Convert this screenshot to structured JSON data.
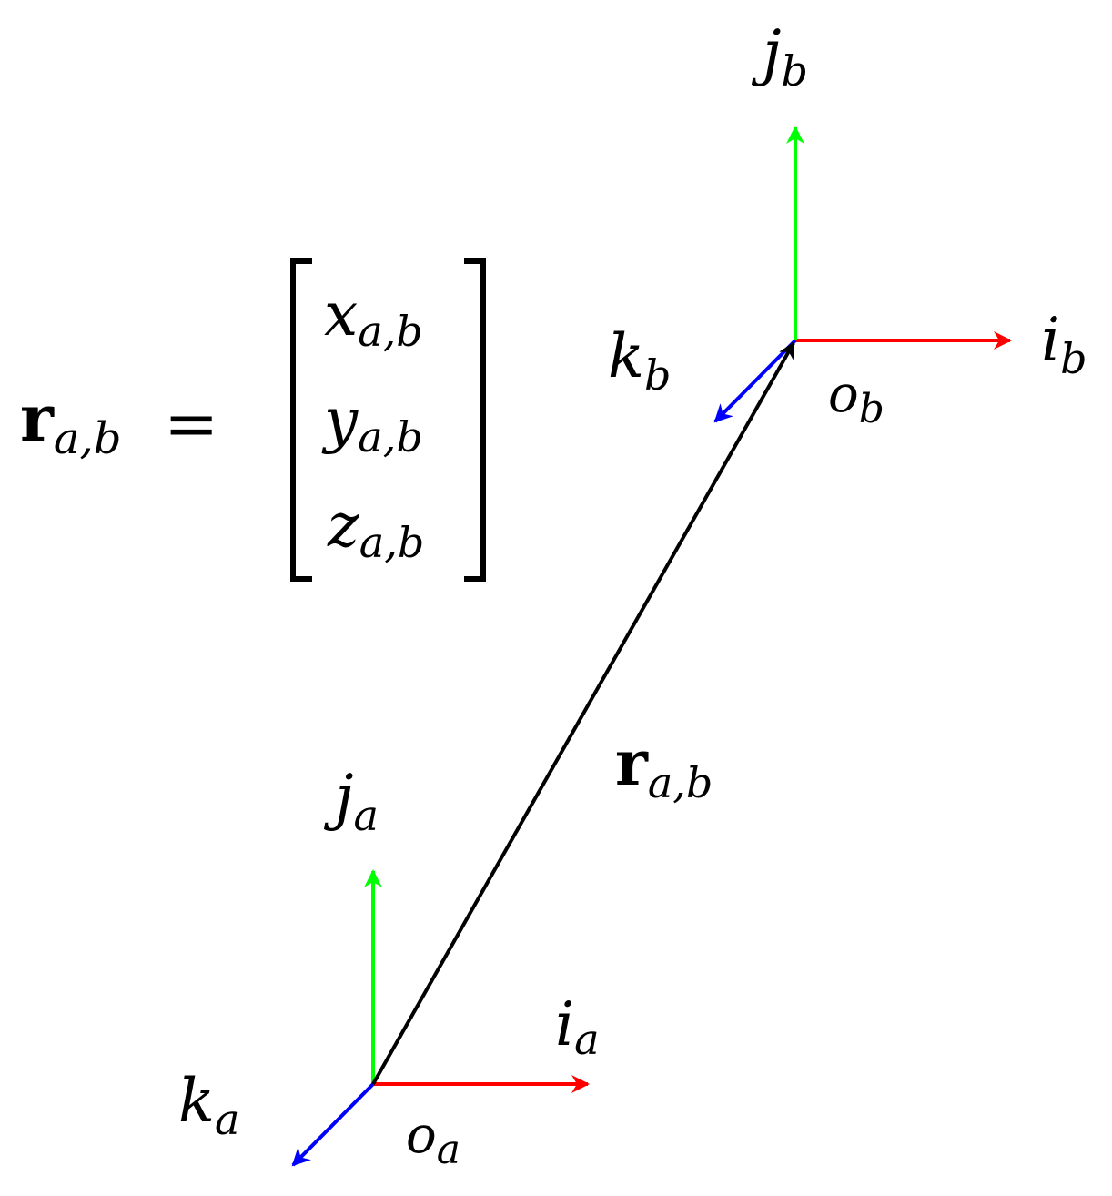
{
  "colors": {
    "i_axis": "#ff0000",
    "j_axis": "#00ff00",
    "k_axis": "#0000ff",
    "vector": "#000000"
  },
  "frame_a": {
    "origin": {
      "base": "o",
      "sub": "a"
    },
    "i": {
      "base": "i",
      "sub": "a"
    },
    "j": {
      "base": "j",
      "sub": "a"
    },
    "k": {
      "base": "k",
      "sub": "a"
    }
  },
  "frame_b": {
    "origin": {
      "base": "o",
      "sub": "b"
    },
    "i": {
      "base": "i",
      "sub": "b"
    },
    "j": {
      "base": "j",
      "sub": "b"
    },
    "k": {
      "base": "k",
      "sub": "b"
    }
  },
  "vector_label": {
    "base": "r",
    "sub": "a,b"
  },
  "equation": {
    "lhs": {
      "base": "r",
      "sub": "a,b"
    },
    "eq": "=",
    "rows": [
      {
        "base": "x",
        "sub": "a,b"
      },
      {
        "base": "y",
        "sub": "a,b"
      },
      {
        "base": "z",
        "sub": "a,b"
      }
    ]
  }
}
